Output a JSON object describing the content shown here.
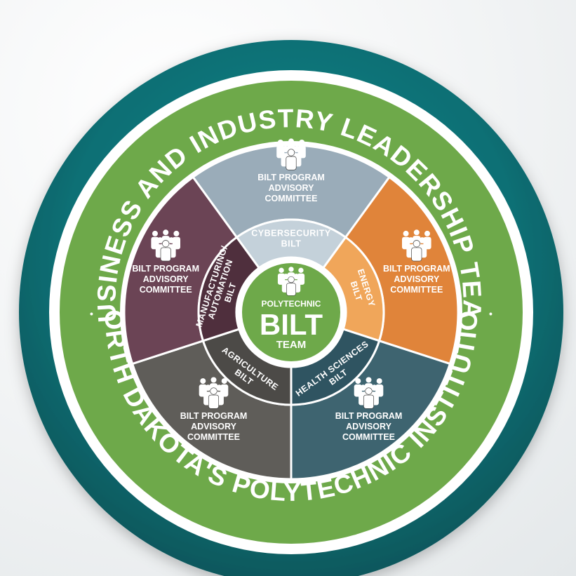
{
  "ring": {
    "top_text": "BUSINESS AND INDUSTRY LEADERSHIP TEAM",
    "bottom_text": "NORTH DAKOTA'S POLYTECHNIC INSTITUTION",
    "separator": "•"
  },
  "core": {
    "line1": "POLYTECHNIC",
    "line2": "BILT",
    "line3": "TEAM",
    "icon": "people-group-icon"
  },
  "segments": [
    {
      "key": "cybersecurity",
      "committee": [
        "BILT PROGRAM",
        "ADVISORY",
        "COMMITTEE"
      ],
      "area": "CYBERSECURITY",
      "sub": "BILT",
      "color": "#9aacb9",
      "mid_color": "#c4d1da",
      "icon": "people-group-icon"
    },
    {
      "key": "energy",
      "committee": [
        "BILT PROGRAM",
        "ADVISORY",
        "COMMITTEE"
      ],
      "area": "ENERGY",
      "sub": "BILT",
      "color": "#e0843a",
      "mid_color": "#f0a65a",
      "icon": "people-group-icon"
    },
    {
      "key": "health-sciences",
      "committee": [
        "BILT PROGRAM",
        "ADVISORY",
        "COMMITTEE"
      ],
      "area": "HEALTH SCIENCES",
      "sub": "BILT",
      "color": "#3e6470",
      "mid_color": "#2f5461",
      "icon": "people-group-icon"
    },
    {
      "key": "agriculture",
      "committee": [
        "BILT PROGRAM",
        "ADVISORY",
        "COMMITTEE"
      ],
      "area": "AGRICULTURE",
      "sub": "BILT",
      "color": "#5f5d59",
      "mid_color": "#4c4a47",
      "icon": "people-group-icon"
    },
    {
      "key": "manufacturing-automation",
      "committee": [
        "BILT PROGRAM",
        "ADVISORY",
        "COMMITTEE"
      ],
      "area": "MANUFACTURING/",
      "area2": "AUTOMATION",
      "sub": "BILT",
      "color": "#6b4455",
      "mid_color": "#4f2f3d",
      "icon": "people-group-icon"
    }
  ],
  "colors": {
    "outer_teal": "#0b7277",
    "ring_green": "#6ea94a",
    "core_green": "#6ea94a"
  }
}
